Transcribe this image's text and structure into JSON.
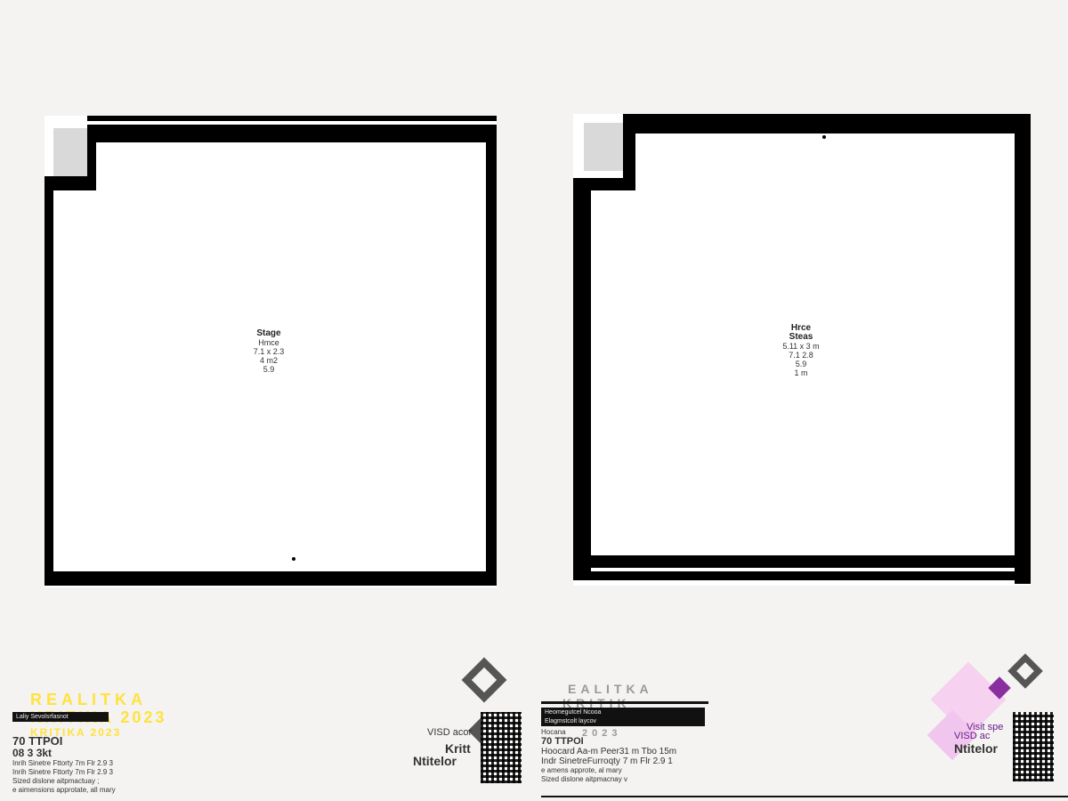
{
  "plans": [
    {
      "id": "left",
      "room_label": [
        "Stage",
        "Hmce",
        "7.1 x 2.3",
        "4 m2",
        "5.9"
      ]
    },
    {
      "id": "right",
      "room_label": [
        "Hrce",
        "Steas",
        "5.11 x 3 m",
        "7.1 2.8",
        "5.9",
        "1 m"
      ]
    }
  ],
  "footer": {
    "left": {
      "brand_top": "REALITKA",
      "brand_mid": "KRITIKA 2023",
      "brand_bot": "KRITIKA 2023",
      "badge": "Laliy Sevolsrfasnot",
      "lines": [
        "70 TTPOI",
        "08 3 3kt",
        "Inrih Sinetre Fttorty 7m Flr 2.9 3",
        "Inrih Sinetre Fttorty 7m Flr 2.9 3",
        "Sized dislone aitpmactuay ;",
        "e aimensions approtate, all mary"
      ]
    },
    "middle": {
      "brand": "VISD acor",
      "brand2": "Kritt",
      "brand3": "Ntitelor"
    },
    "center": {
      "brand_top": "EALITKA",
      "brand_mid": "KRITIK",
      "brand_bot": "2023",
      "badge1": "Heomegutcel Ncooa",
      "badge2": "Elagmstcolt laycov",
      "lines": [
        "Hocana",
        "70 TTPOI",
        "Hoocard Aa-m Peer31 m Tbo 15m",
        "Indr SinetreFurroqty 7 m Flr 2.9 1",
        "e amens approte, al mary",
        "Sized dislone aitpmacnay v"
      ]
    },
    "right": {
      "brand": "Visit spe",
      "brand2": "VISD ac",
      "brand3": "Ntitelor"
    }
  }
}
